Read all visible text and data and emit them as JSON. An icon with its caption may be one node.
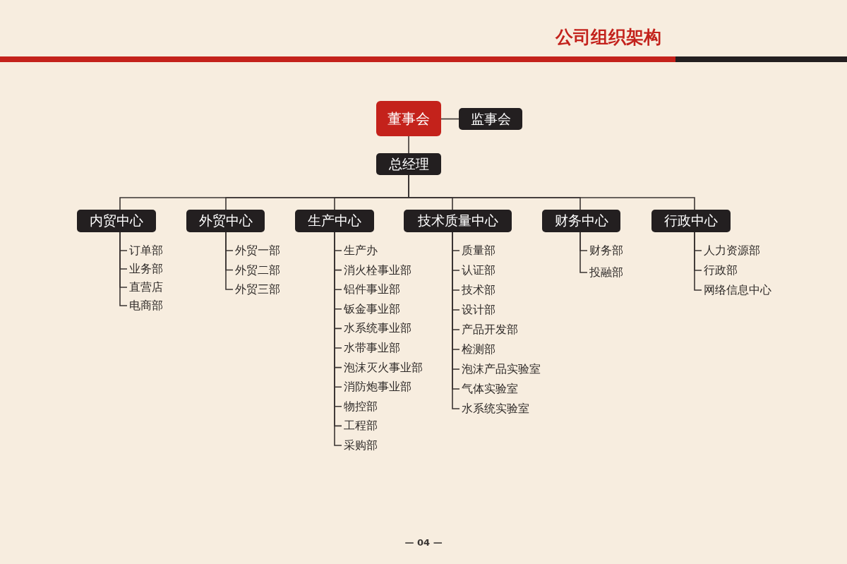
{
  "diagram": {
    "title": "公司组织架构",
    "nodes": [
      {
        "text": [
          "董事会"
        ]
      },
      {
        "text": [
          "监事会"
        ]
      },
      {
        "text": [
          "总经理"
        ]
      },
      {
        "text": [
          "内贸中心"
        ]
      },
      {
        "text": [
          "外贸中心"
        ]
      },
      {
        "text": [
          "生产中心"
        ]
      },
      {
        "text": [
          "技术质量中心"
        ]
      },
      {
        "text": [
          "财务中心"
        ]
      },
      {
        "text": [
          "行政中心"
        ]
      },
      {
        "text": [
          "订单部"
        ]
      },
      {
        "text": [
          "业务部"
        ]
      },
      {
        "text": [
          "直营店"
        ]
      },
      {
        "text": [
          "电商部"
        ]
      },
      {
        "text": [
          "外贸一部"
        ]
      },
      {
        "text": [
          "外贸二部"
        ]
      },
      {
        "text": [
          "外贸三部"
        ]
      },
      {
        "text": [
          "生产办"
        ]
      },
      {
        "text": [
          "消火栓事业部"
        ]
      },
      {
        "text": [
          "铝件事业部"
        ]
      },
      {
        "text": [
          "钣金事业部"
        ]
      },
      {
        "text": [
          "水系统事业部"
        ]
      },
      {
        "text": [
          "水带事业部"
        ]
      },
      {
        "text": [
          "泡沫灭火事业部"
        ]
      },
      {
        "text": [
          "消防炮事业部"
        ]
      },
      {
        "text": [
          "物控部"
        ]
      },
      {
        "text": [
          "工程部"
        ]
      },
      {
        "text": [
          "采购部"
        ]
      },
      {
        "text": [
          "质量部"
        ]
      },
      {
        "text": [
          "认证部"
        ]
      },
      {
        "text": [
          "技术部"
        ]
      },
      {
        "text": [
          "设计部"
        ]
      },
      {
        "text": [
          "产品开发部"
        ]
      },
      {
        "text": [
          "检测部"
        ]
      },
      {
        "text": [
          "泡沫产品实验室"
        ]
      },
      {
        "text": [
          "气体实验室"
        ]
      },
      {
        "text": [
          "水系统实验室"
        ]
      },
      {
        "text": [
          "财务部"
        ]
      },
      {
        "text": [
          "投融部"
        ]
      },
      {
        "text": [
          "人力资源部"
        ]
      },
      {
        "text": [
          "行政部"
        ]
      },
      {
        "text": [
          "网络信息中心"
        ]
      }
    ],
    "edges": [
      {
        "from": 0,
        "to": 1,
        "arrow": "none"
      },
      {
        "from": 0,
        "to": 2,
        "arrow": "none"
      },
      {
        "from": 2,
        "to": 3,
        "arrow": "none"
      },
      {
        "from": 2,
        "to": 4,
        "arrow": "none"
      },
      {
        "from": 2,
        "to": 5,
        "arrow": "none"
      },
      {
        "from": 2,
        "to": 6,
        "arrow": "none"
      },
      {
        "from": 2,
        "to": 7,
        "arrow": "none"
      },
      {
        "from": 2,
        "to": 8,
        "arrow": "none"
      },
      {
        "from": 3,
        "to": 9,
        "arrow": "none"
      },
      {
        "from": 3,
        "to": 10,
        "arrow": "none"
      },
      {
        "from": 3,
        "to": 11,
        "arrow": "none"
      },
      {
        "from": 3,
        "to": 12,
        "arrow": "none"
      },
      {
        "from": 4,
        "to": 13,
        "arrow": "none"
      },
      {
        "from": 4,
        "to": 14,
        "arrow": "none"
      },
      {
        "from": 4,
        "to": 15,
        "arrow": "none"
      },
      {
        "from": 5,
        "to": 16,
        "arrow": "none"
      },
      {
        "from": 5,
        "to": 17,
        "arrow": "none"
      },
      {
        "from": 5,
        "to": 18,
        "arrow": "none"
      },
      {
        "from": 5,
        "to": 19,
        "arrow": "none"
      },
      {
        "from": 5,
        "to": 20,
        "arrow": "none"
      },
      {
        "from": 5,
        "to": 21,
        "arrow": "none"
      },
      {
        "from": 5,
        "to": 22,
        "arrow": "none"
      },
      {
        "from": 5,
        "to": 23,
        "arrow": "none"
      },
      {
        "from": 5,
        "to": 24,
        "arrow": "none"
      },
      {
        "from": 5,
        "to": 25,
        "arrow": "none"
      },
      {
        "from": 5,
        "to": 26,
        "arrow": "none"
      },
      {
        "from": 6,
        "to": 27,
        "arrow": "none"
      },
      {
        "from": 6,
        "to": 28,
        "arrow": "none"
      },
      {
        "from": 6,
        "to": 29,
        "arrow": "none"
      },
      {
        "from": 6,
        "to": 30,
        "arrow": "none"
      },
      {
        "from": 6,
        "to": 31,
        "arrow": "none"
      },
      {
        "from": 6,
        "to": 32,
        "arrow": "none"
      },
      {
        "from": 6,
        "to": 33,
        "arrow": "none"
      },
      {
        "from": 6,
        "to": 34,
        "arrow": "none"
      },
      {
        "from": 6,
        "to": 35,
        "arrow": "none"
      },
      {
        "from": 7,
        "to": 36,
        "arrow": "none"
      },
      {
        "from": 7,
        "to": 37,
        "arrow": "none"
      },
      {
        "from": 8,
        "to": 38,
        "arrow": "none"
      },
      {
        "from": 8,
        "to": 39,
        "arrow": "none"
      },
      {
        "from": 8,
        "to": 40,
        "arrow": "none"
      }
    ],
    "labels": [
      "— 04 —"
    ]
  }
}
